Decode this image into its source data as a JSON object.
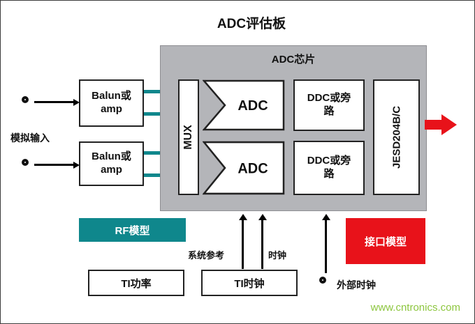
{
  "colors": {
    "teal": "#0f878c",
    "red": "#e8121a",
    "gray": "#b4b5b9",
    "green": "#8dc63f"
  },
  "title": "ADC评估板",
  "chip": {
    "label": "ADC芯片",
    "mux": "MUX",
    "adc_top": "ADC",
    "adc_bottom": "ADC",
    "ddc_top": "DDC或旁路",
    "ddc_bottom": "DDC或旁路",
    "jesd": "JESD204B/C"
  },
  "left": {
    "analog_input": "模拟输入",
    "balun_top": "Balun或\namp",
    "balun_bottom": "Balun或\namp"
  },
  "bottom": {
    "rf_model": "RF模型",
    "interface_model": "接口模型",
    "ti_power": "TI功率",
    "ti_clock": "TI时钟",
    "sys_ref": "系统参考",
    "clock": "时钟",
    "ext_clock": "外部时钟"
  },
  "watermark": "www.cntronics.com"
}
